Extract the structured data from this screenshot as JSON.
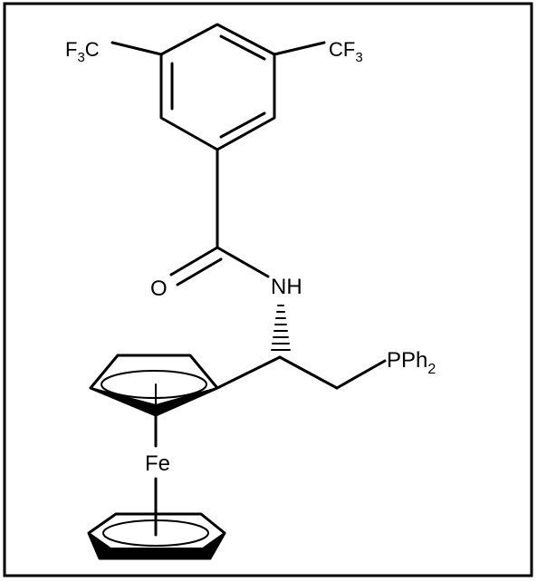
{
  "figure": {
    "frame": "border",
    "atoms": {
      "cf3_left_pre": "F",
      "cf3_left_sub": "3",
      "cf3_left_post": "C",
      "cf3_right_pre": "CF",
      "cf3_right_sub": "3",
      "amide_o": "O",
      "amide_nh": "NH",
      "phosphine_pre": "PPh",
      "phosphine_sub": "2",
      "iron": "Fe"
    },
    "colors": {
      "line": "#000000",
      "background": "#ffffff"
    }
  }
}
